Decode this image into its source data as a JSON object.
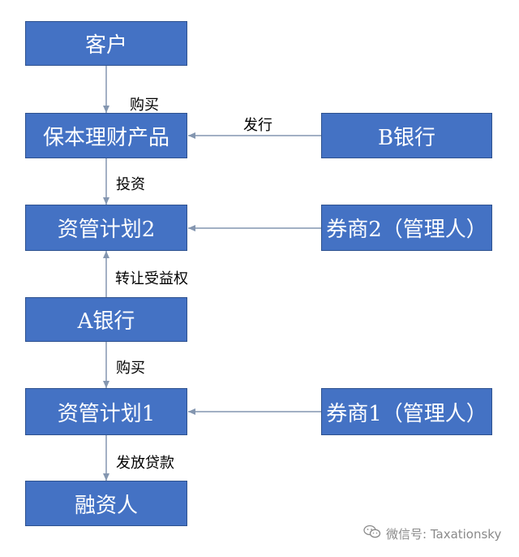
{
  "colors": {
    "box_fill": "#4472c4",
    "box_border": "#2f528f",
    "arrow": "#8496b0",
    "text": "#000000"
  },
  "nodes": {
    "customer": "客户",
    "product": "保本理财产品",
    "bank_b": "B银行",
    "plan2": "资管计划2",
    "broker2": "券商2（管理人）",
    "bank_a": "A银行",
    "plan1": "资管计划1",
    "broker1": "券商1（管理人）",
    "borrower": "融资人"
  },
  "edges": {
    "customer_to_product": "购买",
    "bank_b_to_product": "发行",
    "product_to_plan2": "投资",
    "bank_a_to_plan2": "转让受益权",
    "bank_a_to_plan1": "购买",
    "plan1_to_borrower": "发放贷款"
  },
  "watermark": {
    "icon": "wechat-icon",
    "text": "微信号: Taxationsky"
  }
}
